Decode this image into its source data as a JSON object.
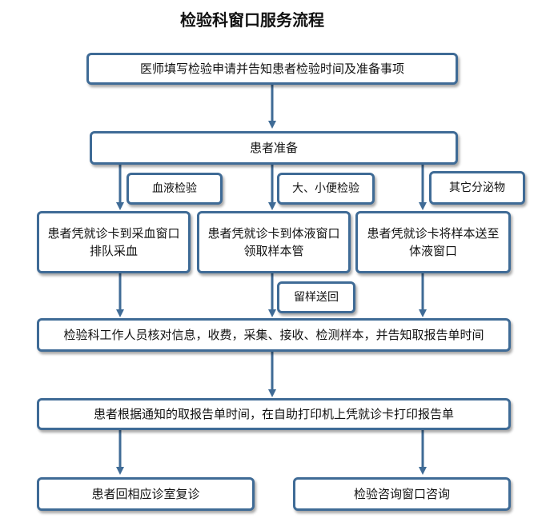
{
  "title": "检验科窗口服务流程",
  "steps": {
    "step1": "医师填写检验申请并告知患者检验时间及准备事项",
    "step2": "患者准备",
    "branch_blood_label": "血液检验",
    "branch_urine_label": "大、小便检验",
    "branch_other_label": "其它分泌物",
    "branch_blood": "患者凭就诊卡到采血窗口排队采血",
    "branch_urine": "患者凭就诊卡到体液窗口领取样本管",
    "branch_other": "患者凭就诊卡将样本送至体液窗口",
    "return_sample": "留样送回",
    "step4": "检验科工作人员核对信息，收费，采集、接收、检测样本，并告知取报告单时间",
    "step5": "患者根据通知的取报告单时间，在自助打印机上凭就诊卡打印报告单",
    "final_left": "患者回相应诊室复诊",
    "final_right": "检验咨询窗口咨询"
  },
  "colors": {
    "box_border": "#3f6b96",
    "arrow": "#3f6b96"
  }
}
